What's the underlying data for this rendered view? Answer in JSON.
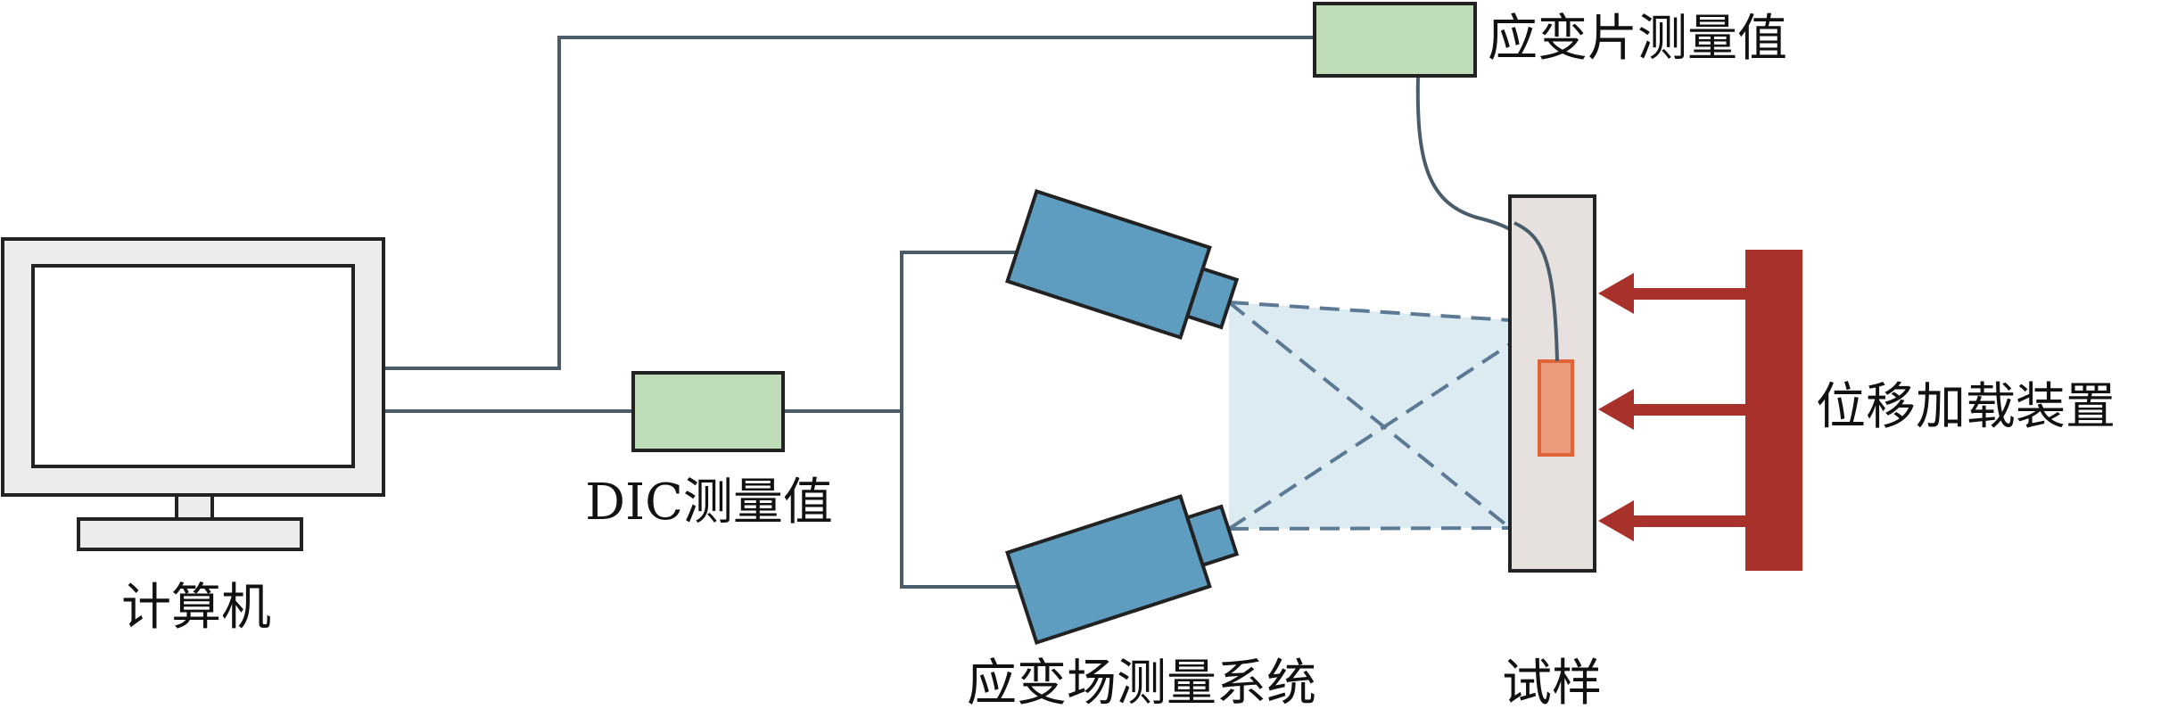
{
  "labels": {
    "computer": "计算机",
    "dic_value": "DIC测量值",
    "strain_gauge_value": "应变片测量值",
    "strain_field_system": "应变场测量系统",
    "specimen": "试样",
    "loading_device": "位移加载装置"
  },
  "colors": {
    "wire": "#4a5c6a",
    "module_fill": "#bedcb8",
    "camera_fill": "#5f9dc0",
    "view_fill": "#cde3ec",
    "view_dash": "#5c7a94",
    "specimen_fill": "#e6e0de",
    "gauge_fill": "#ec9a7c",
    "gauge_stroke": "#e0643a",
    "loader": "#a8312b",
    "monitor_fill": "#ececea",
    "outline": "#222222"
  }
}
